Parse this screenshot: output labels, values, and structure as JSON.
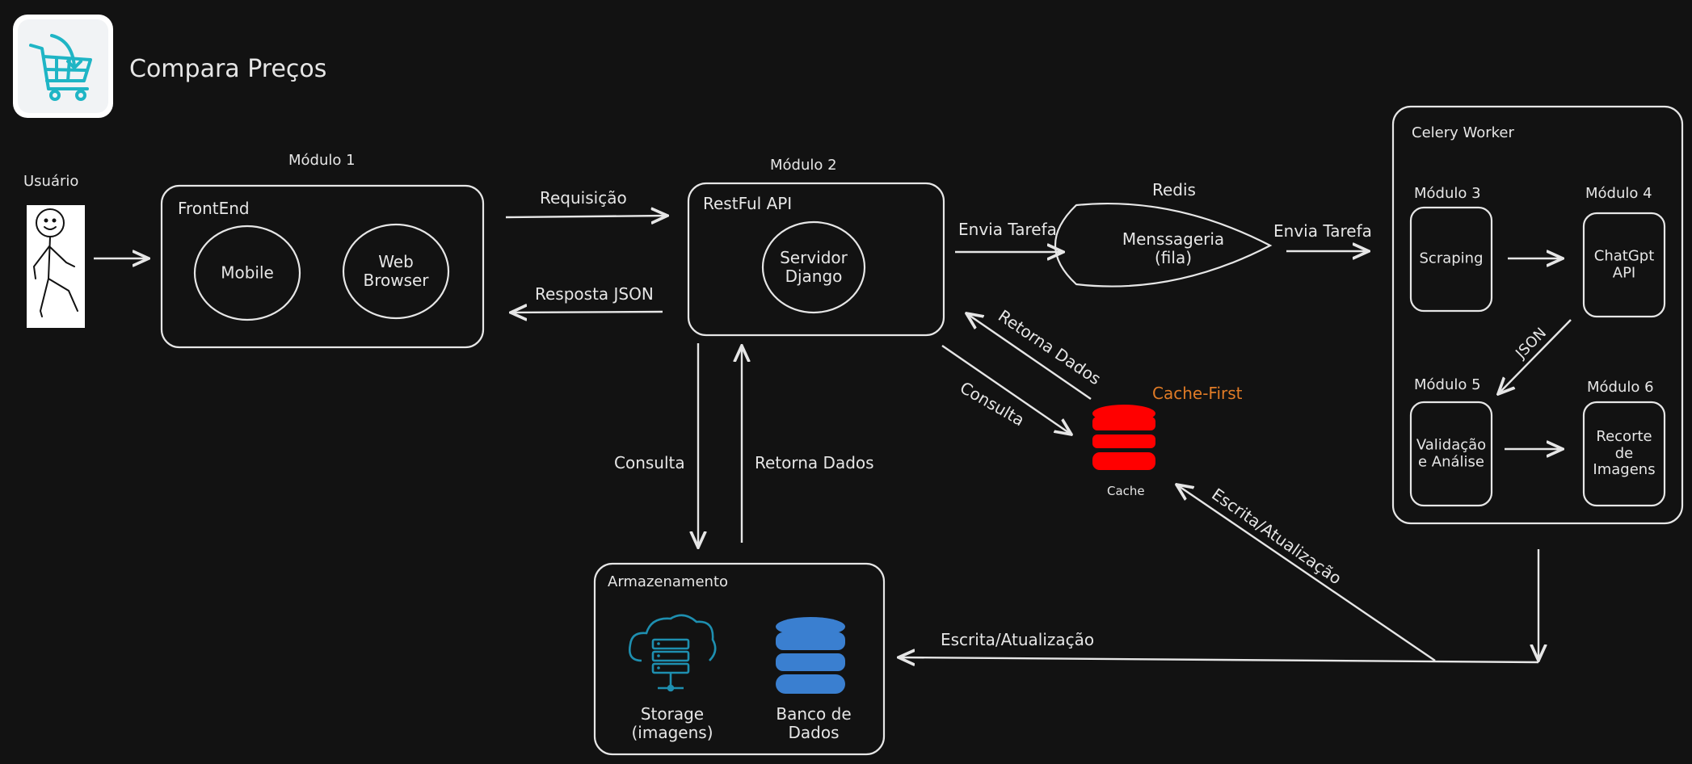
{
  "app": {
    "title": "Compara Preços",
    "logo_icon": "shopping-cart-icon"
  },
  "user": {
    "label": "Usuário",
    "icon": "stick-figure-icon"
  },
  "modules": {
    "m1": {
      "label": "Módulo 1",
      "box": "FrontEnd",
      "nodes": [
        "Mobile",
        "Web\nBrowser"
      ]
    },
    "m2": {
      "label": "Módulo 2",
      "box": "RestFul API",
      "node": "Servidor\nDjango"
    },
    "m3": {
      "label": "Módulo 3",
      "node": "Scraping"
    },
    "m4": {
      "label": "Módulo 4",
      "node": "ChatGpt\nAPI"
    },
    "m5": {
      "label": "Módulo 5",
      "node": "Validação\ne Análise"
    },
    "m6": {
      "label": "Módulo 6",
      "node": "Recorte\nde\nImagens"
    }
  },
  "redis": {
    "label": "Redis",
    "node": "Menssageria\n(fila)"
  },
  "celery": {
    "label": "Celery Worker"
  },
  "cache": {
    "label": "Cache",
    "tag": "Cache-First",
    "color": "#ff0000",
    "tag_color": "#e07b26"
  },
  "storage": {
    "box": "Armazenamento",
    "items": [
      "Storage\n(imagens)",
      "Banco de\nDados"
    ],
    "cloud_color": "#1e8fb0",
    "db_color": "#3a7fd0"
  },
  "arrows": {
    "requisicao": "Requisição",
    "resposta": "Resposta JSON",
    "envia_tarefa_1": "Envia Tarefa",
    "envia_tarefa_2": "Envia Tarefa",
    "retorna_dados_cache": "Retorna Dados",
    "consulta_cache": "Consulta",
    "consulta_db": "Consulta",
    "retorna_dados_db": "Retorna Dados",
    "json": "JSON",
    "escrita_cache": "Escrita/Atualização",
    "escrita_db": "Escrita/Atualização"
  },
  "colors": {
    "background": "#121212",
    "stroke": "#e6e6e6",
    "logo_accent": "#1fb5c5"
  }
}
